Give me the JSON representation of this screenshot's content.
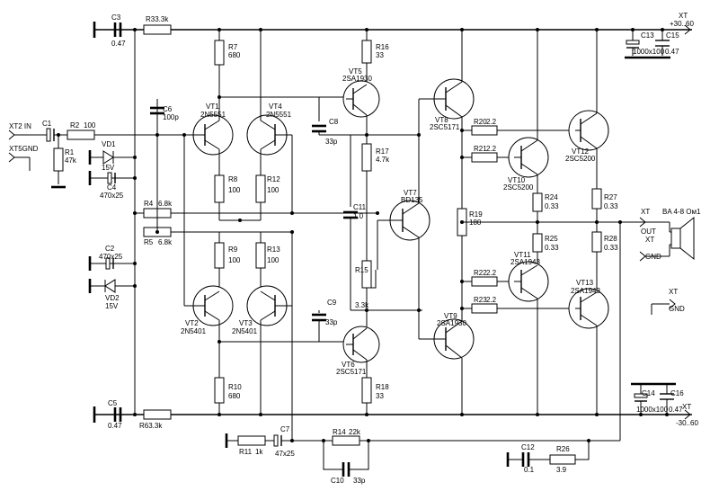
{
  "labels": {
    "C3": "C3",
    "C3v": "0.47",
    "R33": "R33.3k",
    "XTtop": "XT",
    "XTtopv": "+30..60",
    "C13": "C13",
    "C15": "C15",
    "C1315v": "1000x100",
    "C15v": "0.47",
    "R7": "R7",
    "R7v": "680",
    "R16": "R16",
    "R16v": "33",
    "VT5": "VT5",
    "VT5t": "2SA1930",
    "VT1": "VT1",
    "VT1t": "2N5551",
    "VT4": "VT4",
    "VT4t": "2N5551",
    "C6": "C6",
    "C6v": "100p",
    "C8": "C8",
    "C8v": "33p",
    "VT8": "VT8",
    "VT8t": "2SC5171",
    "R202": "R20",
    "R202v": "2.2",
    "R212": "R21",
    "R212v": "2.2",
    "VT12": "VT12",
    "VT12t": "2SC5200",
    "VT10": "VT10",
    "VT10t": "2SC5200",
    "XT2": "XT2 IN",
    "XT5": "XT5GND",
    "C1": "C1",
    "R2": "R2",
    "R2v": "100",
    "R1": "R1",
    "R1v": "47k",
    "VD1": "VD1",
    "VD1v": "15V",
    "C4": "C4",
    "C4v": "470x25",
    "R8": "R8",
    "R8v": "100",
    "R12": "R12",
    "R12v": "100",
    "R17": "R17",
    "R17v": "4.7k",
    "R24": "R24",
    "R24v": "0.33",
    "R27": "R27",
    "R27v": "0.33",
    "R4": "R4",
    "R4v": "6.8k",
    "R5": "R5",
    "R5v": "6.8k",
    "C11": "C11",
    "C11v": "1.0",
    "VT7": "VT7",
    "VT7t": "BD135",
    "R19": "R19",
    "R19v": "180",
    "XTout": "XT",
    "OUT": "OUT",
    "GNDout": "GND",
    "BA": "BA 4-8 Ом1",
    "R25": "R25",
    "R25v": "0.33",
    "R28": "R28",
    "R28v": "0.33",
    "C2": "C2",
    "C2v": "470x25",
    "VD2": "VD2",
    "VD2v": "15V",
    "R9": "R9",
    "R9v": "100",
    "R13": "R13",
    "R13v": "100",
    "R15": "R15",
    "R15v": "3.3k",
    "VT11": "VT11",
    "VT11t": "2SA1943",
    "VT13": "VT13",
    "VT13t": "2SA1943",
    "R222": "R22",
    "R222v": "2.2",
    "R232": "R23",
    "R232v": "2.2",
    "XTgnd": "XT",
    "GNDr": "GND",
    "VT2": "VT2",
    "VT2t": "2N5401",
    "VT3": "VT3",
    "VT3t": "2N5401",
    "C9": "C9",
    "C9v": "33p",
    "VT9": "VT9",
    "VT9t": "2SA1930",
    "VT6": "VT6",
    "VT6t": "2SC5171",
    "R10": "R10",
    "R10v": "680",
    "R18": "R18",
    "R18v": "33",
    "C14": "C14",
    "C16": "C16",
    "C1416v": "1000x100",
    "C16v": "0.47",
    "XTbot": "XT",
    "XTbotv": "-30..60",
    "C5": "C5",
    "C5v": "0.47",
    "R6": "R63.3k",
    "C7": "C7",
    "C7v": "47x25",
    "R11": "R11",
    "R11v": "1k",
    "R14": "R14",
    "R14v": "22k",
    "C10": "C10",
    "C10v": "33p",
    "C12": "C12",
    "C12v": "0.1",
    "R26": "R26",
    "R26v": "3.9"
  }
}
